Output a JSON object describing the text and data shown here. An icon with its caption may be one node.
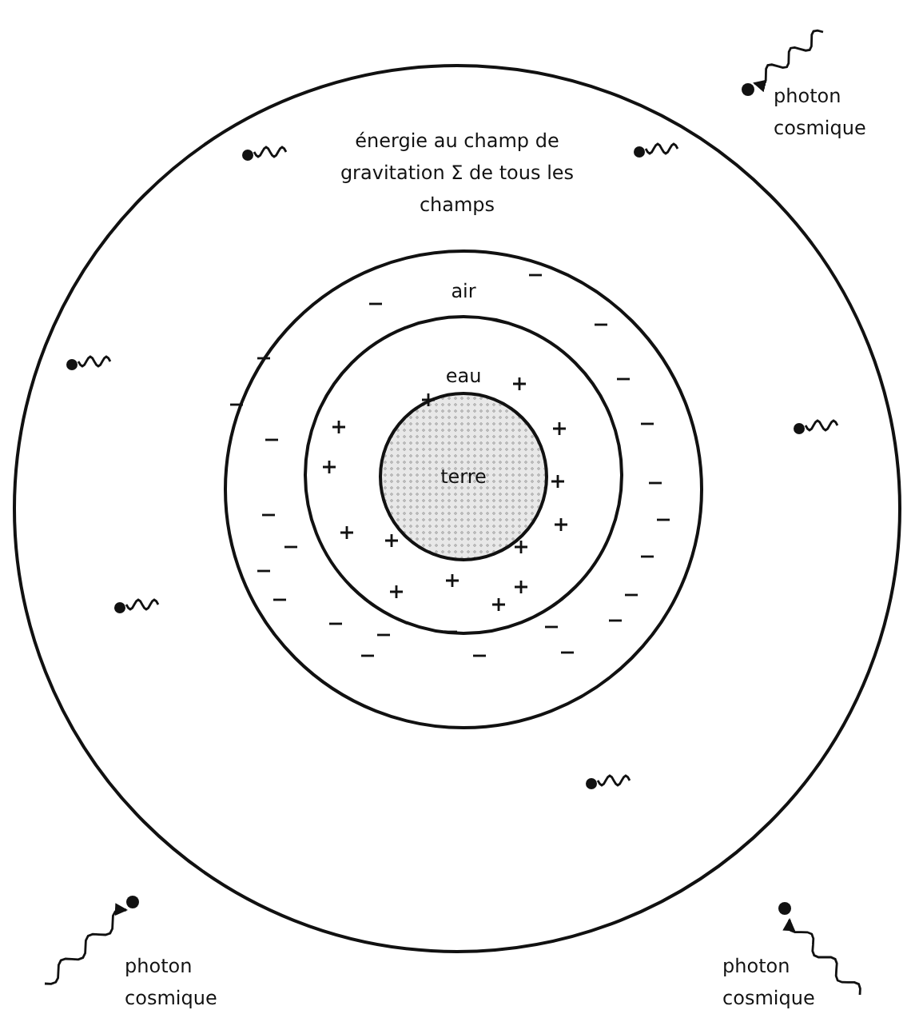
{
  "diagram": {
    "nodes": [
      {
        "text": [
          "énergie au champ de gravitation Σ de tous les champs"
        ]
      },
      {
        "text": [
          "air"
        ],
        "in": 0
      },
      {
        "text": [
          "eau"
        ],
        "in": 1
      },
      {
        "text": [
          "terre"
        ],
        "in": 2
      }
    ],
    "labels": [
      "photon cosmique",
      "photon cosmique",
      "photon cosmique"
    ]
  }
}
